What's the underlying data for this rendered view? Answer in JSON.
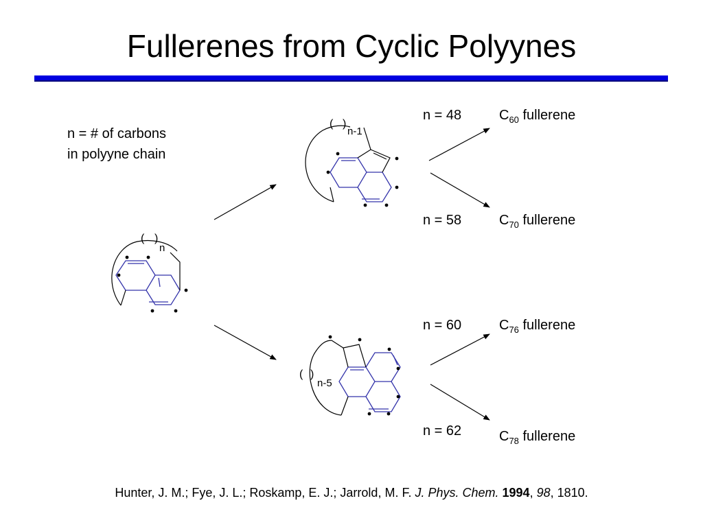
{
  "slide": {
    "title": "Fullerenes from Cyclic Polyynes",
    "colors": {
      "rule": "#0000e0",
      "ring_bonds": "#3333aa",
      "text": "#000000"
    }
  },
  "note": {
    "line1": "n = # of carbons",
    "line2": "in polyyne chain"
  },
  "structures": {
    "start": {
      "repeat_label": "n"
    },
    "upper": {
      "repeat_label": "n-1"
    },
    "lower": {
      "repeat_label": "n-5"
    }
  },
  "outcomes": [
    {
      "n": "n = 48",
      "carbon": "C",
      "sub": "60",
      "suffix": " fullerene"
    },
    {
      "n": "n = 58",
      "carbon": "C",
      "sub": "70",
      "suffix": " fullerene"
    },
    {
      "n": "n = 60",
      "carbon": "C",
      "sub": "76",
      "suffix": " fullerene"
    },
    {
      "n": "n = 62",
      "carbon": "C",
      "sub": "78",
      "suffix": " fullerene"
    }
  ],
  "citation": {
    "authors": "Hunter, J. M.; Fye, J. L.; Roskamp, E. J.; Jarrold, M. F. ",
    "journal": "J. Phys. Chem.",
    "year": "1994",
    "volume": "98",
    "pages": ", 1810."
  }
}
